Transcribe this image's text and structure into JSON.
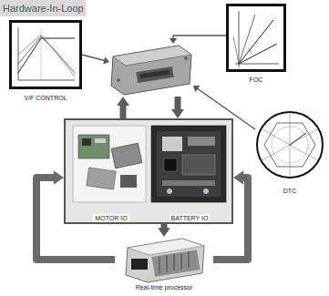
{
  "diagram": {
    "title": "Hardware-In-Loop",
    "nodes": [
      {
        "text": [
          "V/F CONTROL"
        ]
      },
      {
        "text": []
      },
      {
        "text": [
          "FOC"
        ]
      },
      {
        "text": [
          "DTC"
        ]
      },
      {
        "text": []
      },
      {
        "text": [
          "MOTOR IO"
        ],
        "in": 4
      },
      {
        "text": [
          "BATTERY IO"
        ],
        "in": 4
      },
      {
        "text": [
          "Real-time processor"
        ]
      }
    ],
    "edges": [
      {
        "from": 0,
        "to": 1,
        "arrow": "to"
      },
      {
        "from": 2,
        "to": 1,
        "arrow": "to"
      },
      {
        "from": 3,
        "to": 1,
        "arrow": "to"
      },
      {
        "from": 4,
        "to": 1,
        "arrow": "to"
      },
      {
        "from": 1,
        "to": 4,
        "arrow": "to"
      },
      {
        "from": 4,
        "to": 7,
        "arrow": "to"
      },
      {
        "from": 7,
        "to": 4,
        "arrow": "to"
      },
      {
        "from": 7,
        "to": 4,
        "arrow": "to"
      }
    ]
  }
}
